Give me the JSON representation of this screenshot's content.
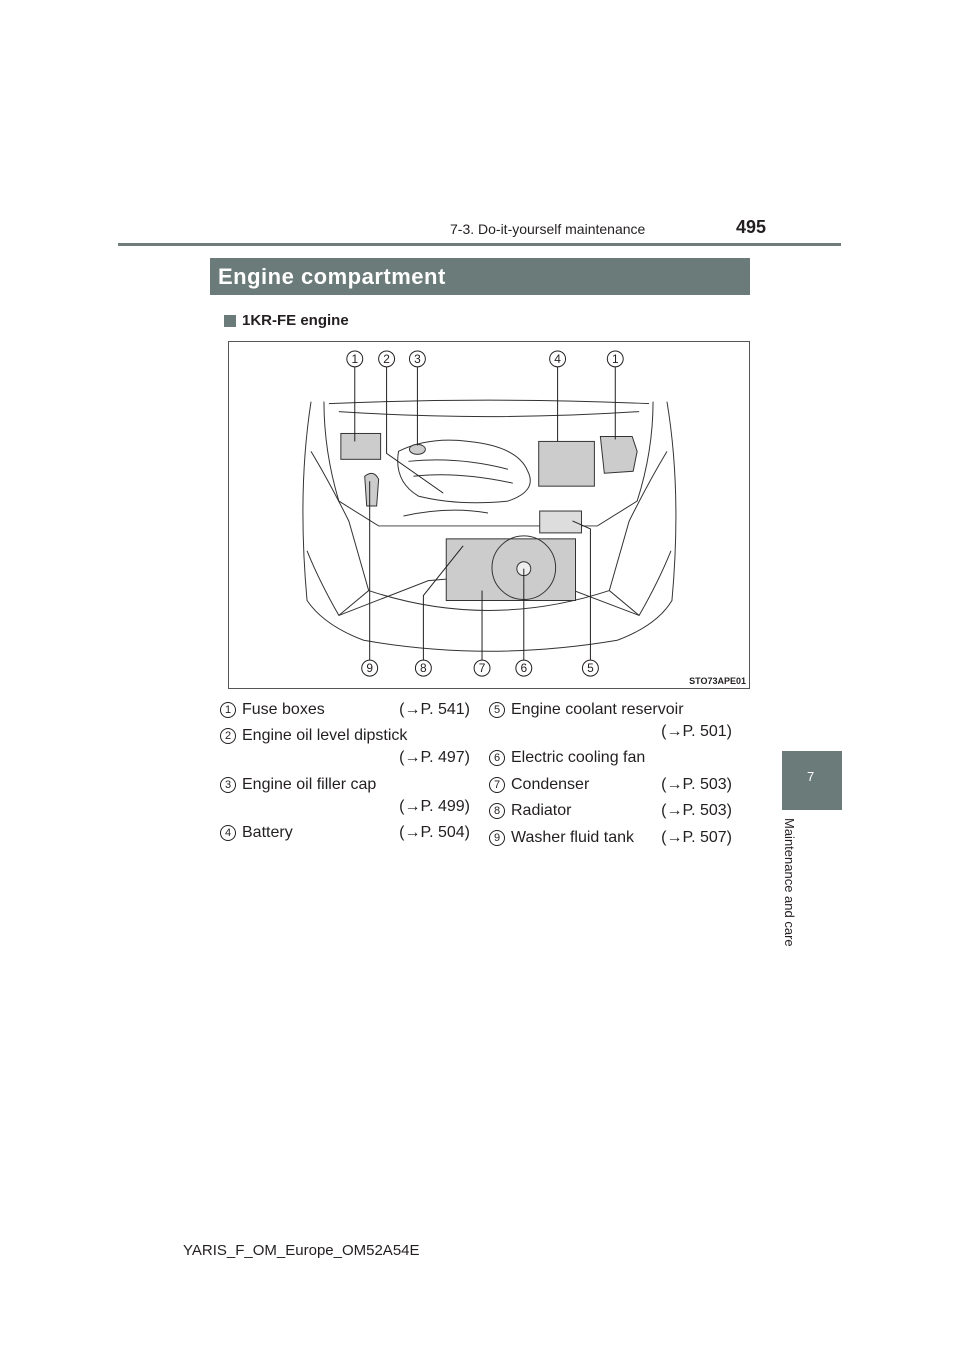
{
  "header": {
    "section": "7-3. Do-it-yourself maintenance",
    "page_number": "495"
  },
  "title": "Engine compartment",
  "subheading": "1KR-FE engine",
  "figure": {
    "code": "STO73APE01",
    "top_callouts": [
      "1",
      "2",
      "3",
      "4",
      "1"
    ],
    "bottom_callouts": [
      "9",
      "8",
      "7",
      "6",
      "5"
    ]
  },
  "legend": [
    {
      "num": "1",
      "label": "Fuse boxes",
      "ref": "(→P. 541)"
    },
    {
      "num": "2",
      "label": "Engine oil level dipstick",
      "ref": "(→P. 497)"
    },
    {
      "num": "3",
      "label": "Engine oil filler cap",
      "ref": "(→P. 499)"
    },
    {
      "num": "4",
      "label": "Battery",
      "ref": "(→P. 504)"
    },
    {
      "num": "5",
      "label": "Engine coolant reservoir",
      "ref": "(→P. 501)"
    },
    {
      "num": "6",
      "label": "Electric cooling fan",
      "ref": ""
    },
    {
      "num": "7",
      "label": "Condenser",
      "ref": "(→P. 503)"
    },
    {
      "num": "8",
      "label": "Radiator",
      "ref": "(→P. 503)"
    },
    {
      "num": "9",
      "label": "Washer fluid tank",
      "ref": "(→P. 507)"
    }
  ],
  "side_tab": {
    "number": "7",
    "label": "Maintenance and care"
  },
  "footer": "YARIS_F_OM_Europe_OM52A54E",
  "colors": {
    "accent": "#6b7b79"
  }
}
